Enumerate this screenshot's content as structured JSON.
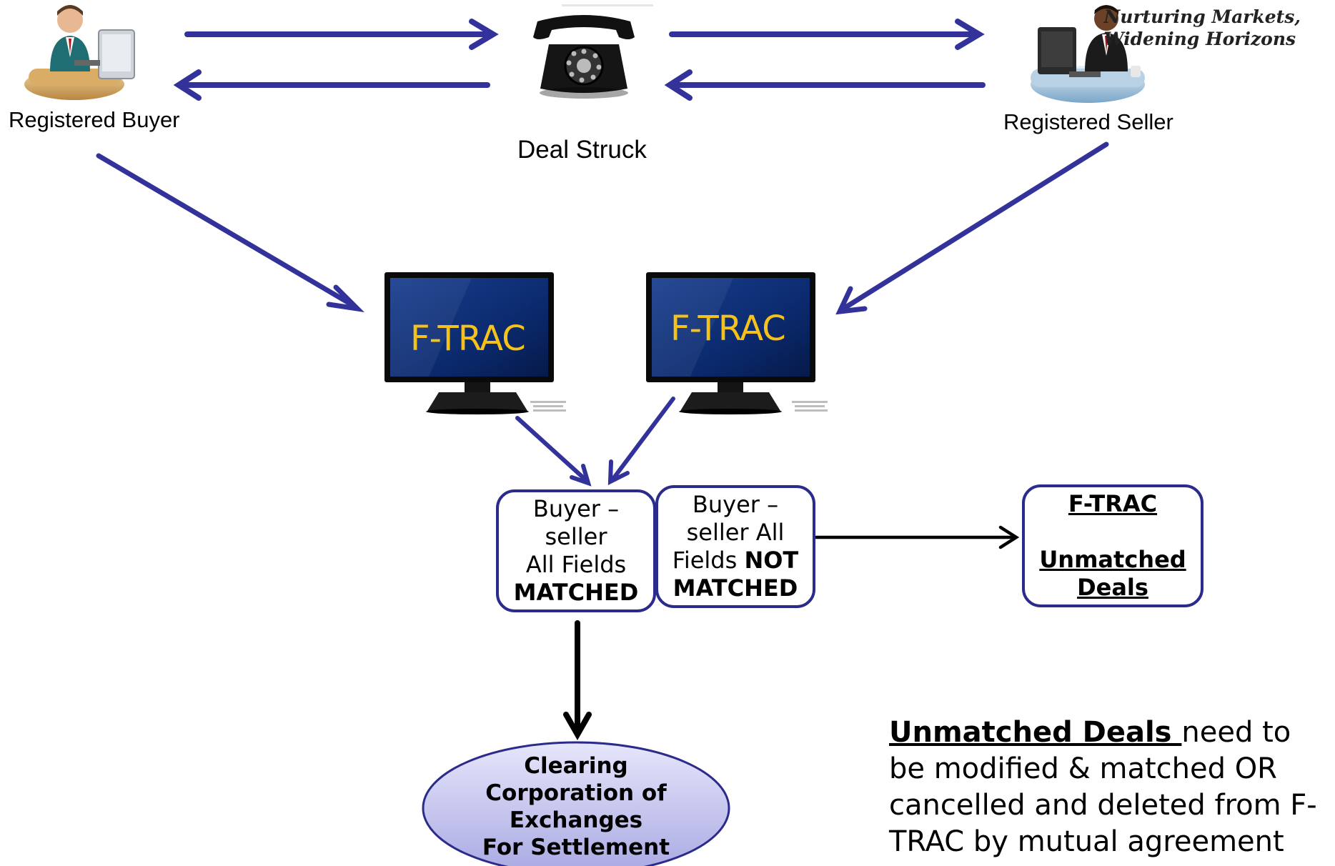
{
  "tagline": {
    "line1": "Nurturing Markets,",
    "line2": "Widening Horizons"
  },
  "actors": {
    "buyer": {
      "label": "Registered Buyer"
    },
    "seller": {
      "label": "Registered Seller"
    },
    "phone": {
      "label": "Deal Struck"
    }
  },
  "monitors": {
    "left": {
      "text": "F-TRAC"
    },
    "right": {
      "text": "F-TRAC"
    }
  },
  "boxes": {
    "matched": {
      "line1": "Buyer –",
      "line2": "seller",
      "line3": "All Fields",
      "line4": "MATCHED"
    },
    "not_matched": {
      "line1": "Buyer –",
      "line2": "seller All",
      "line3a": "Fields ",
      "line3b": "NOT",
      "line4": "MATCHED"
    },
    "ftrac": {
      "title": "F-TRAC",
      "line1": "Unmatched",
      "line2": "Deals"
    }
  },
  "clearing": {
    "line1": "Clearing",
    "line2": "Corporation of",
    "line3": "Exchanges",
    "line4": "For Settlement"
  },
  "note": {
    "highlight": "Unmatched Deals ",
    "rest": "need to be modified & matched OR cancelled and deleted from F-TRAC by mutual agreement"
  },
  "colors": {
    "arrow_blue": "#32329a",
    "box_border": "#2b2b8c",
    "monitor_text": "#f5c21b",
    "ellipse_fill": "#c9c9f2"
  },
  "icons": {
    "buyer": "person-at-computer-icon",
    "seller": "person-at-computer-icon",
    "phone": "telephone-icon",
    "monitor": "monitor-icon"
  }
}
